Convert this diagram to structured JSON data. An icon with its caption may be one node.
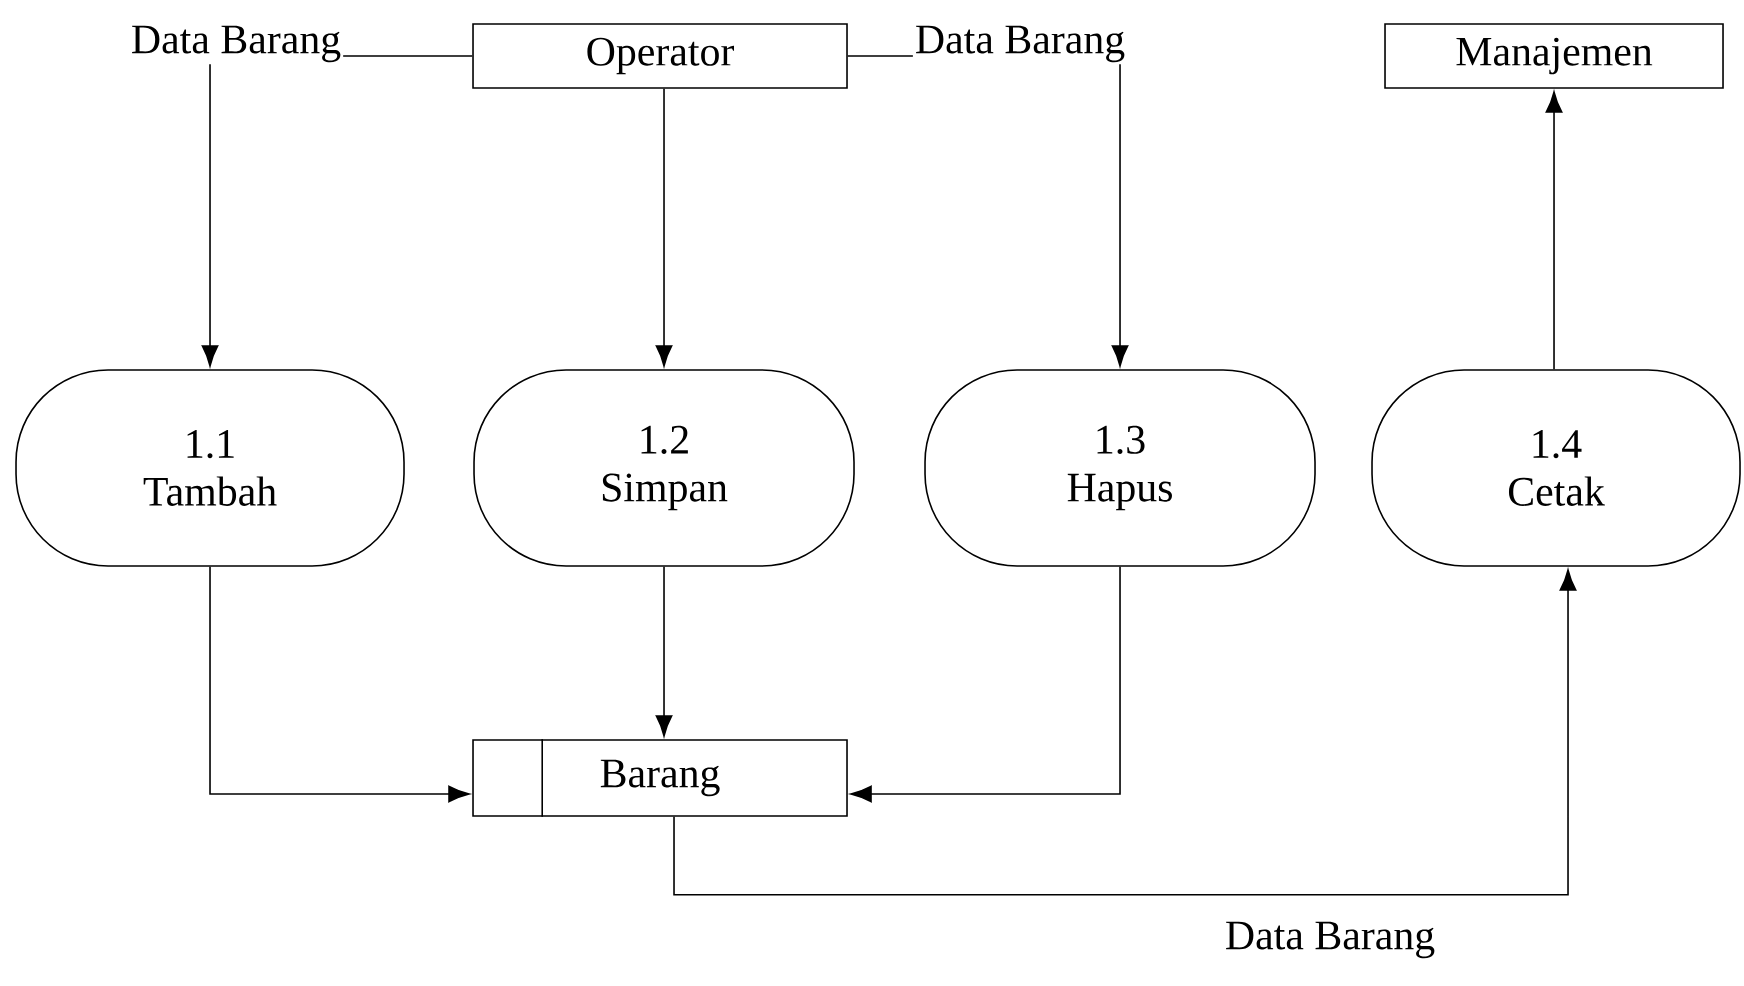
{
  "diagram": {
    "nodes": [
      {
        "text": [
          "Operator"
        ]
      },
      {
        "text": [
          "Manajemen"
        ]
      },
      {
        "text": [
          "1.1",
          "Tambah"
        ]
      },
      {
        "text": [
          "1.2",
          "Simpan"
        ]
      },
      {
        "text": [
          "1.3",
          "Hapus"
        ]
      },
      {
        "text": [
          "1.4",
          "Cetak"
        ]
      },
      {
        "text": [
          "Barang"
        ]
      }
    ],
    "edges": [
      {
        "from": 0,
        "to": 2,
        "arrow": "to",
        "label": "Data Barang"
      },
      {
        "from": 0,
        "to": 3,
        "arrow": "to"
      },
      {
        "from": 0,
        "to": 4,
        "arrow": "to",
        "label": "Data Barang"
      },
      {
        "from": 2,
        "to": 6,
        "arrow": "to"
      },
      {
        "from": 3,
        "to": 6,
        "arrow": "to"
      },
      {
        "from": 4,
        "to": 6,
        "arrow": "to"
      },
      {
        "from": 6,
        "to": 5,
        "arrow": "to",
        "label": "Data Barang"
      },
      {
        "from": 5,
        "to": 1,
        "arrow": "to"
      }
    ]
  }
}
